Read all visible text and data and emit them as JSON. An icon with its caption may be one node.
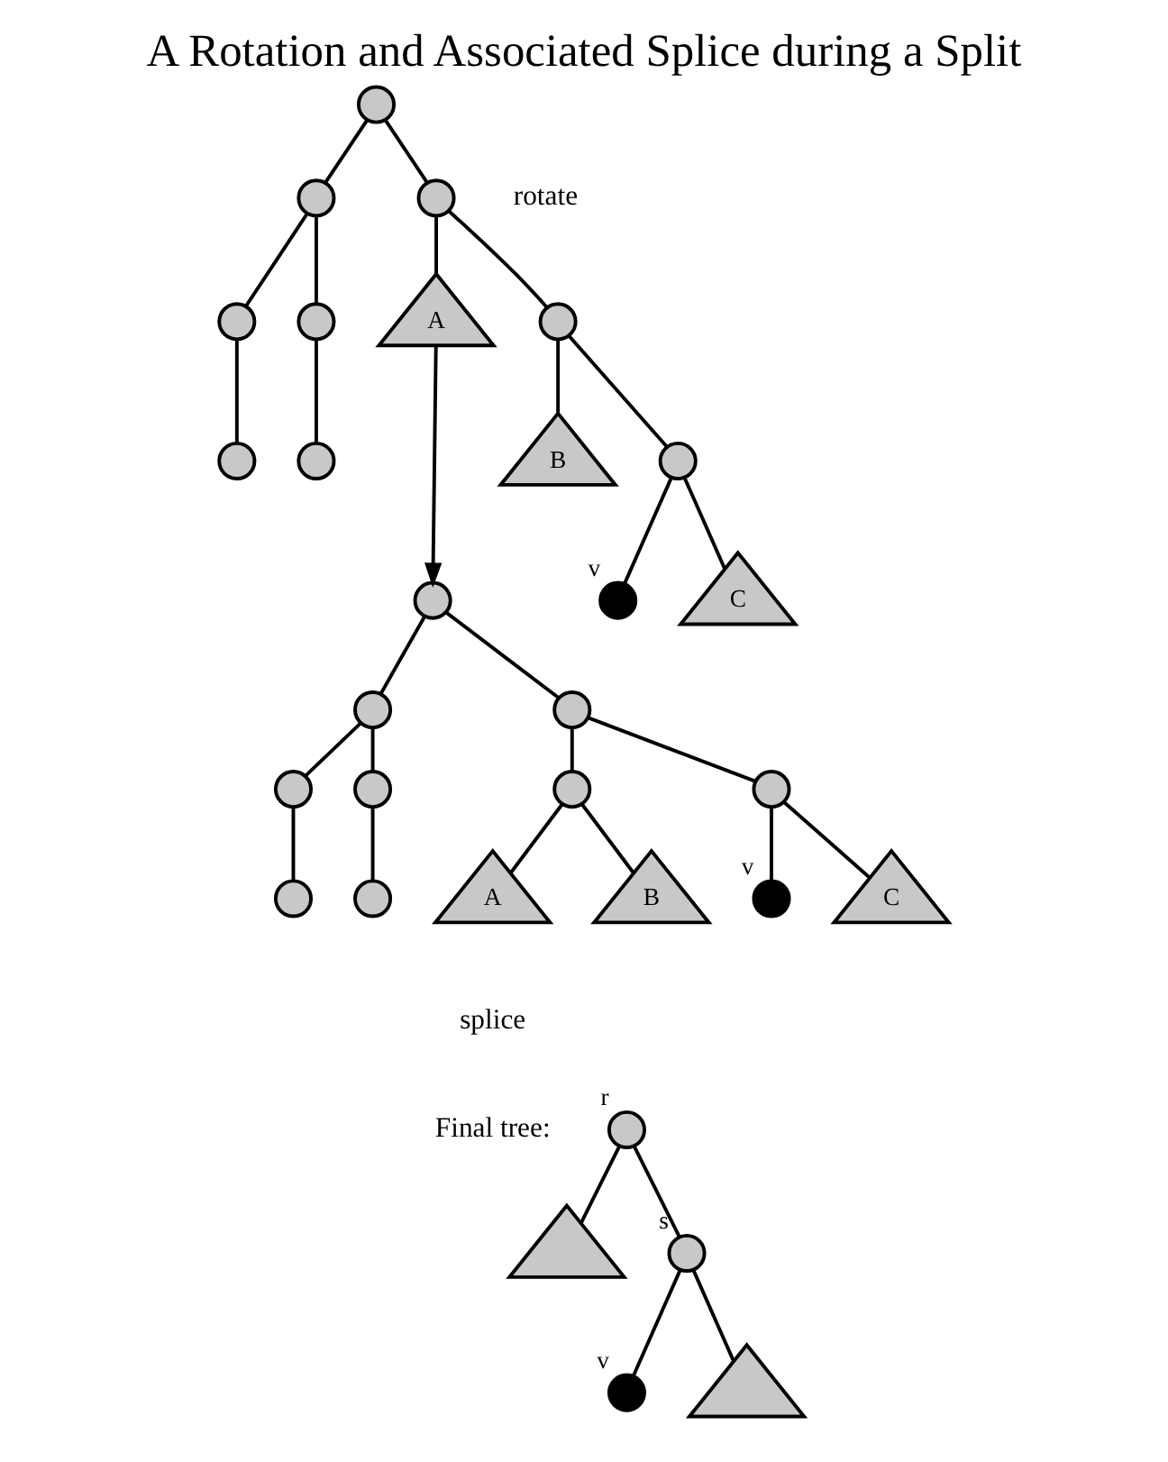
{
  "diagram": {
    "title": "A Rotation and Associated Splice during a Split",
    "nodes": [
      {
        "text": [],
        "shape": "circle"
      },
      {
        "text": [],
        "shape": "circle"
      },
      {
        "text": [],
        "shape": "circle"
      },
      {
        "text": [],
        "shape": "circle"
      },
      {
        "text": [],
        "shape": "circle"
      },
      {
        "text": [],
        "shape": "circle"
      },
      {
        "text": [],
        "shape": "circle"
      },
      {
        "text": [
          "A"
        ]
      },
      {
        "text": [],
        "shape": "circle"
      },
      {
        "text": [
          "B"
        ]
      },
      {
        "text": [],
        "shape": "circle"
      },
      {
        "text": [],
        "shape": "circle",
        "beside": [
          "v"
        ]
      },
      {
        "text": [
          "C"
        ]
      },
      {
        "text": [],
        "shape": "circle"
      },
      {
        "text": [],
        "shape": "circle"
      },
      {
        "text": [],
        "shape": "circle"
      },
      {
        "text": [],
        "shape": "circle"
      },
      {
        "text": [],
        "shape": "circle"
      },
      {
        "text": [],
        "shape": "circle"
      },
      {
        "text": [],
        "shape": "circle"
      },
      {
        "text": [],
        "shape": "circle"
      },
      {
        "text": [],
        "shape": "circle"
      },
      {
        "text": [
          "A"
        ]
      },
      {
        "text": [
          "B"
        ]
      },
      {
        "text": [],
        "shape": "circle",
        "beside": [
          "v"
        ]
      },
      {
        "text": [
          "C"
        ]
      },
      {
        "text": [],
        "shape": "circle",
        "beside": [
          "r"
        ]
      },
      {
        "text": [],
        "shape": "triangle"
      },
      {
        "text": [],
        "shape": "circle",
        "beside": [
          "s"
        ]
      },
      {
        "text": [],
        "shape": "circle",
        "beside": [
          "v"
        ]
      },
      {
        "text": [],
        "shape": "triangle"
      }
    ],
    "edges": [
      {
        "from": 0,
        "to": 1,
        "arrow": "none"
      },
      {
        "from": 0,
        "to": 6,
        "arrow": "none"
      },
      {
        "from": 1,
        "to": 2,
        "arrow": "none"
      },
      {
        "from": 1,
        "to": 3,
        "arrow": "none"
      },
      {
        "from": 2,
        "to": 4,
        "arrow": "none"
      },
      {
        "from": 3,
        "to": 5,
        "arrow": "none"
      },
      {
        "from": 6,
        "to": 7,
        "arrow": "none"
      },
      {
        "from": 6,
        "to": 8,
        "arrow": "none"
      },
      {
        "from": 8,
        "to": 9,
        "arrow": "none"
      },
      {
        "from": 8,
        "to": 10,
        "arrow": "none"
      },
      {
        "from": 10,
        "to": 11,
        "arrow": "none"
      },
      {
        "from": 10,
        "to": 12,
        "arrow": "none"
      },
      {
        "from": 7,
        "to": 13,
        "arrow": "to"
      },
      {
        "from": 13,
        "to": 14,
        "arrow": "none"
      },
      {
        "from": 13,
        "to": 19,
        "arrow": "none"
      },
      {
        "from": 14,
        "to": 15,
        "arrow": "none"
      },
      {
        "from": 14,
        "to": 16,
        "arrow": "none"
      },
      {
        "from": 15,
        "to": 17,
        "arrow": "none"
      },
      {
        "from": 16,
        "to": 18,
        "arrow": "none"
      },
      {
        "from": 19,
        "to": 20,
        "arrow": "none"
      },
      {
        "from": 19,
        "to": 21,
        "arrow": "none"
      },
      {
        "from": 20,
        "to": 22,
        "arrow": "none"
      },
      {
        "from": 20,
        "to": 23,
        "arrow": "none"
      },
      {
        "from": 21,
        "to": 24,
        "arrow": "none"
      },
      {
        "from": 21,
        "to": 25,
        "arrow": "none"
      },
      {
        "from": 26,
        "to": 27,
        "arrow": "none"
      },
      {
        "from": 26,
        "to": 28,
        "arrow": "none"
      },
      {
        "from": 28,
        "to": 29,
        "arrow": "none"
      },
      {
        "from": 28,
        "to": 30,
        "arrow": "none"
      }
    ],
    "labels": [
      "rotate",
      "splice",
      "Final tree:"
    ]
  }
}
